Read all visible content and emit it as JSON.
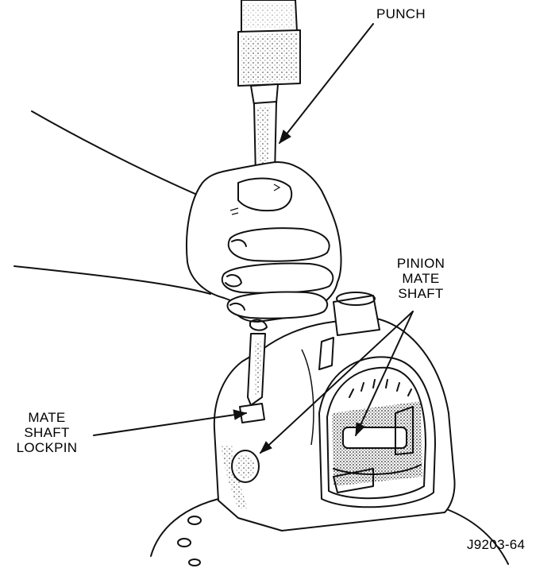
{
  "labels": {
    "punch": "PUNCH",
    "pinion_mate_shaft": [
      "PINION",
      "MATE",
      "SHAFT"
    ],
    "mate_shaft_lockpin": [
      "MATE",
      "SHAFT",
      "LOCKPIN"
    ],
    "figure_id": "J9203-64"
  }
}
